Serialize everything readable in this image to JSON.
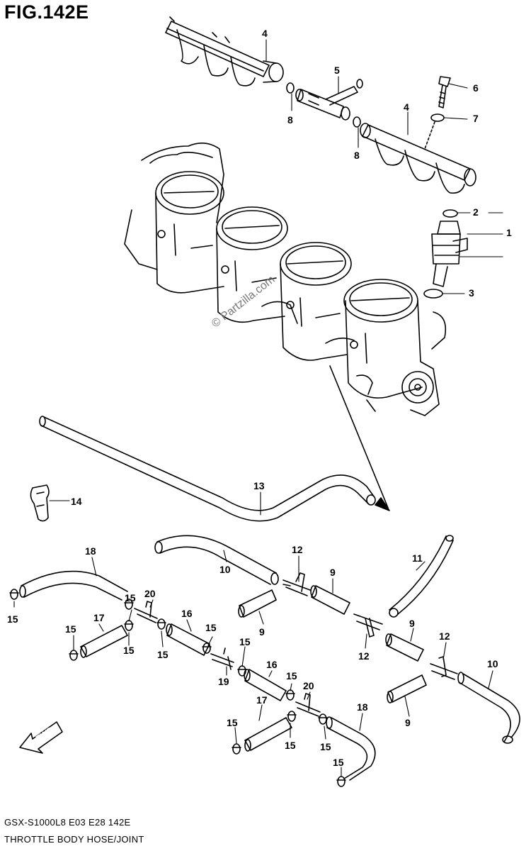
{
  "figure": {
    "title": "FIG.142E",
    "footer_code": "GSX-S1000L8  E03  E28  142E",
    "footer_name": "THROTTLE BODY HOSE/JOINT",
    "watermark": "© Partzilla.com",
    "fwd_label": "FWD"
  },
  "callouts": [
    {
      "id": "c1",
      "label": "1"
    },
    {
      "id": "c2",
      "label": "2"
    },
    {
      "id": "c3",
      "label": "3"
    },
    {
      "id": "c4a",
      "label": "4"
    },
    {
      "id": "c4b",
      "label": "4"
    },
    {
      "id": "c5",
      "label": "5"
    },
    {
      "id": "c6",
      "label": "6"
    },
    {
      "id": "c7",
      "label": "7"
    },
    {
      "id": "c8a",
      "label": "8"
    },
    {
      "id": "c8b",
      "label": "8"
    },
    {
      "id": "c9a",
      "label": "9"
    },
    {
      "id": "c9b",
      "label": "9"
    },
    {
      "id": "c9c",
      "label": "9"
    },
    {
      "id": "c9d",
      "label": "9"
    },
    {
      "id": "c10a",
      "label": "10"
    },
    {
      "id": "c10b",
      "label": "10"
    },
    {
      "id": "c11",
      "label": "11"
    },
    {
      "id": "c12a",
      "label": "12"
    },
    {
      "id": "c12b",
      "label": "12"
    },
    {
      "id": "c12c",
      "label": "12"
    },
    {
      "id": "c13",
      "label": "13"
    },
    {
      "id": "c14",
      "label": "14"
    },
    {
      "id": "c15a",
      "label": "15"
    },
    {
      "id": "c15b",
      "label": "15"
    },
    {
      "id": "c15c",
      "label": "15"
    },
    {
      "id": "c15d",
      "label": "15"
    },
    {
      "id": "c15e",
      "label": "15"
    },
    {
      "id": "c15f",
      "label": "15"
    },
    {
      "id": "c15g",
      "label": "15"
    },
    {
      "id": "c15h",
      "label": "15"
    },
    {
      "id": "c15i",
      "label": "15"
    },
    {
      "id": "c15j",
      "label": "15"
    },
    {
      "id": "c15k",
      "label": "15"
    },
    {
      "id": "c15l",
      "label": "15"
    },
    {
      "id": "c16a",
      "label": "16"
    },
    {
      "id": "c16b",
      "label": "16"
    },
    {
      "id": "c17a",
      "label": "17"
    },
    {
      "id": "c17b",
      "label": "17"
    },
    {
      "id": "c18a",
      "label": "18"
    },
    {
      "id": "c18b",
      "label": "18"
    },
    {
      "id": "c19",
      "label": "19"
    },
    {
      "id": "c20a",
      "label": "20"
    },
    {
      "id": "c20b",
      "label": "20"
    }
  ]
}
